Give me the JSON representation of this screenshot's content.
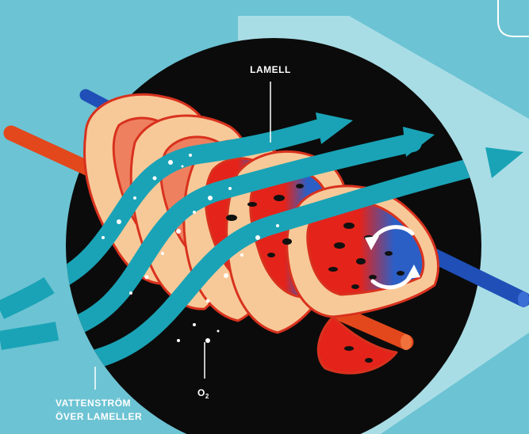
{
  "colors": {
    "background": "#6cc3d3",
    "beam": "#a9dde6",
    "circle": "#0b0b0b",
    "water": "#1aa3b6",
    "tissue": "#f8c998",
    "tissue_outline": "#d8321e",
    "blood_red": "#e4231a",
    "blood_blue": "#1d5bbf",
    "vessel_red": "#e2481c",
    "vessel_blue": "#1f4fb7"
  },
  "labels": {
    "lamella": "LAMELL",
    "oxygen": "O",
    "oxygen_sub": "2",
    "water_flow_line1": "VATTENSTRÖM",
    "water_flow_line2": "ÖVER LAMELLER"
  },
  "icons": [
    "circular-arrows-icon"
  ]
}
